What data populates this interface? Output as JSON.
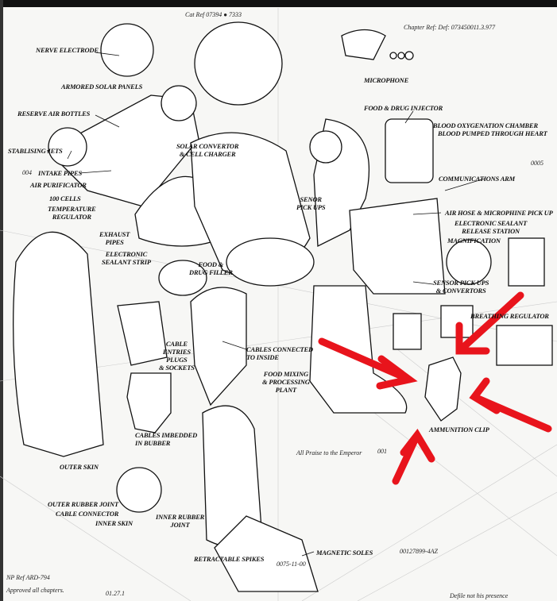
{
  "refs": {
    "cat_ref": "Cat Ref 07394 ● 7333",
    "chapter_ref": "Chapter Ref: Def: 073450011.3.977",
    "code_0005": "0005",
    "code_004": "004",
    "code_001": "001",
    "code_0075": "0075-11-00",
    "code_00127899": "00127899-4AZ",
    "praise": "All Praise to the Emperor",
    "np_ref": "NP Ref ARD-794",
    "approved": "Approved all chapters.",
    "date": "01.27.1",
    "defile": "Defile not his presence"
  },
  "labels": {
    "nerve_electrode": "Nerve Electrode",
    "armored_solar_panels": "Armored Solar Panels",
    "reserve_air_bottles": "Reserve Air Bottles",
    "stabilising_jets": "Stablising Jets",
    "solar_convertor_1": "Solar Convertor",
    "solar_convertor_2": "& Cell Charger",
    "intake_pipes": "Intake Pipes",
    "air_purificator": "Air Purificator",
    "cells": "100 Cells",
    "temp_reg_1": "Temperature",
    "temp_reg_2": "Regulator",
    "exhaust_1": "Exhaust",
    "exhaust_2": "Pipes",
    "sealant_strip_1": "Electronic",
    "sealant_strip_2": "Sealant Strip",
    "drug_filler_1": "Food &",
    "drug_filler_2": "Drug Filler",
    "cable_entries_1": "Cable",
    "cable_entries_2": "Entries",
    "cable_entries_3": "Plugs",
    "cable_entries_4": "& Sockets",
    "cables_imbedded_1": "Cables Imbedded",
    "cables_imbedded_2": "In Bubber",
    "outer_skin": "Outer Skin",
    "outer_rubber_joint": "Outer Rubber Joint",
    "cable_connector": "Cable Connector",
    "inner_skin": "Inner Skin",
    "inner_rubber_joint_1": "Inner Rubber",
    "inner_rubber_joint_2": "Joint",
    "retractable_spikes": "Retractable Spikes",
    "magnetic_soles": "Magnetic Soles",
    "microphone": "Microphone",
    "food_drug_injector": "Food & Drug Injector",
    "blood_oxygen_1": "Blood Oxygenation Chamber",
    "blood_oxygen_2": "Blood Pumped Through Heart",
    "communications_arm": "Communications Arm",
    "senor_pickups_1": "Senor",
    "senor_pickups_2": "Pick Ups",
    "air_hose": "Air Hose & Microphine Pick Up",
    "sealant_release_1": "Electronic Sealant",
    "sealant_release_2": "Release Station",
    "magnification": "Magnification",
    "sensor_convertors_1": "Sensor Pick Ups",
    "sensor_convertors_2": "& Convertors",
    "breathing_regulator": "Breathing Regulator",
    "cables_connected_1": "Cables Connected",
    "cables_connected_2": "To Inside",
    "food_mixing_1": "Food Mixing",
    "food_mixing_2": "& Processing",
    "food_mixing_3": "Plant",
    "ammunition_clip": "Ammunition Clip"
  },
  "annotation_color": "#e8141c"
}
